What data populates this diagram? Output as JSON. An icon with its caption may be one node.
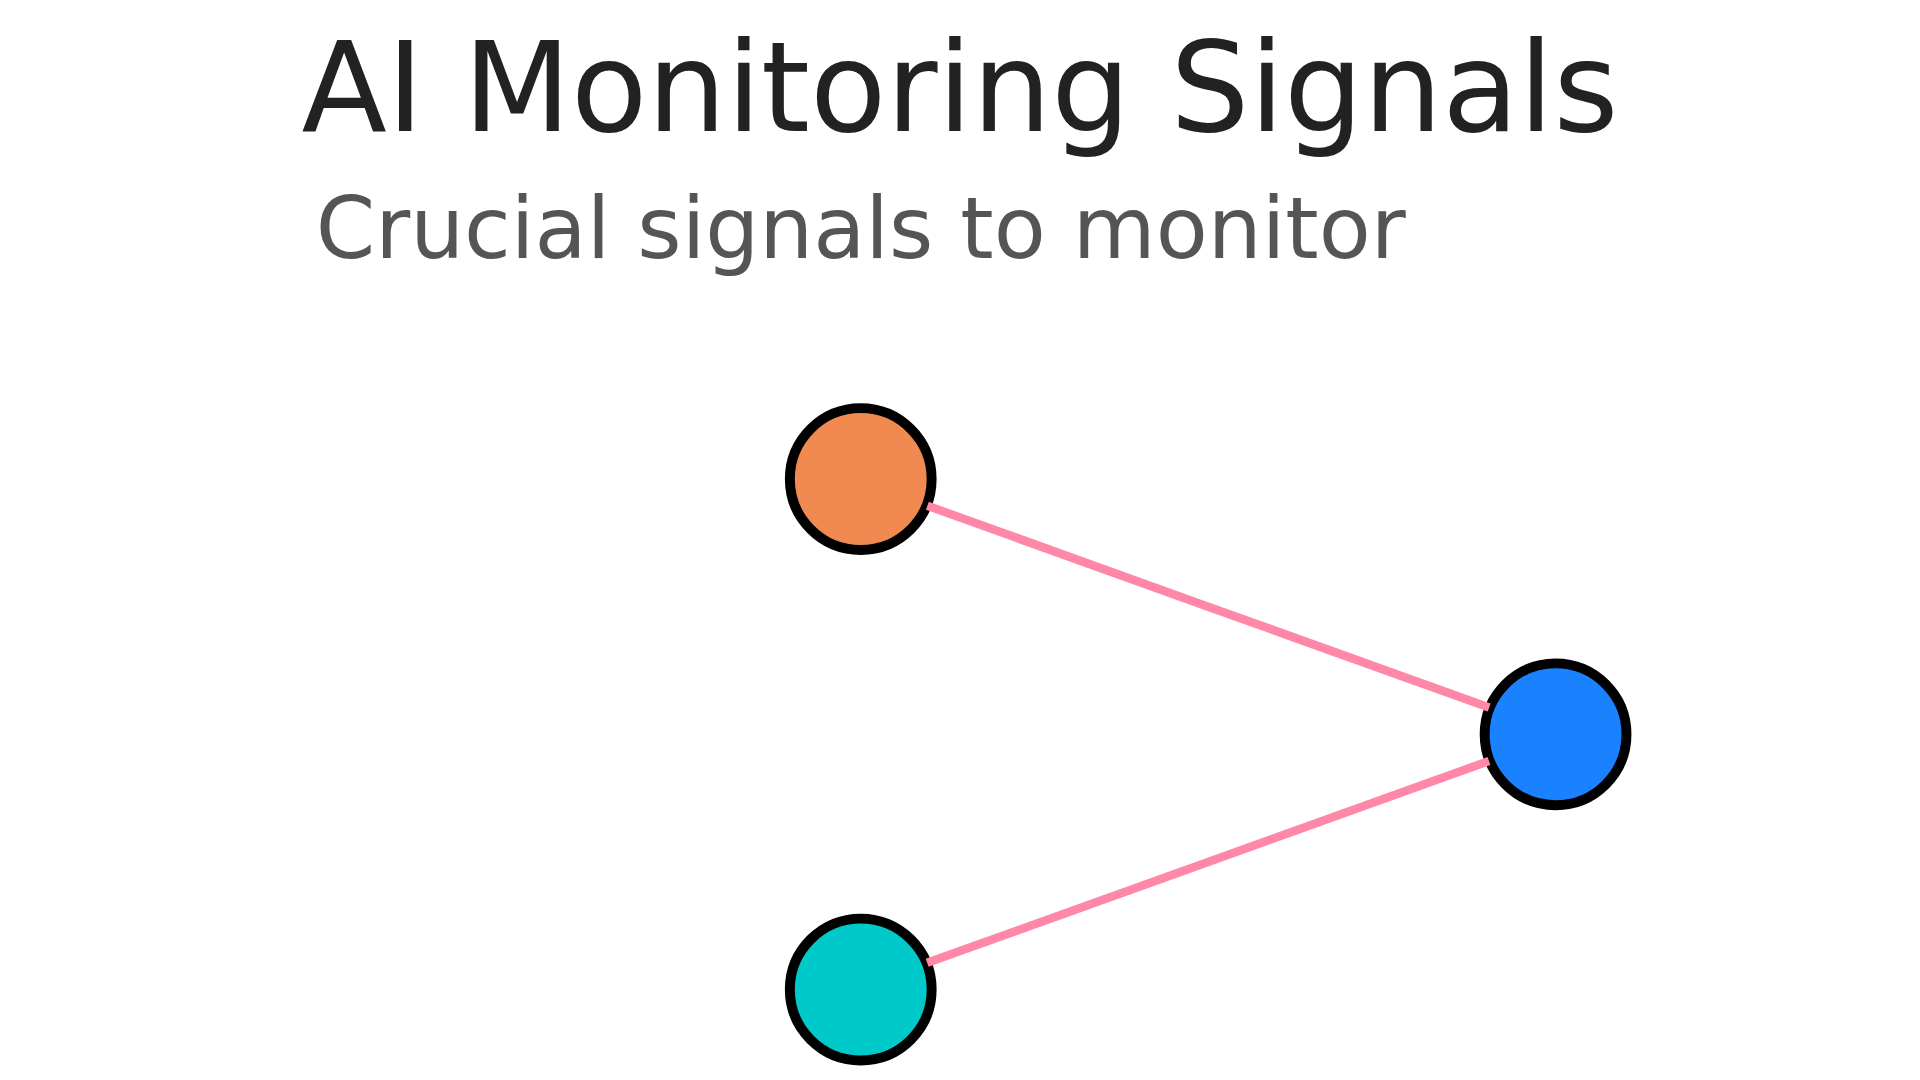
{
  "diagram": {
    "title": "AI Monitoring Signals",
    "nodes": [
      {
        "text": [],
        "shape": "circle"
      },
      {
        "text": [],
        "shape": "circle"
      },
      {
        "text": [],
        "shape": "circle"
      }
    ],
    "edges": [
      {
        "from": 0,
        "to": 1,
        "arrow": "none"
      },
      {
        "from": 1,
        "to": 2,
        "arrow": "none"
      }
    ],
    "labels": [
      "Crucial signals to monitor"
    ]
  }
}
